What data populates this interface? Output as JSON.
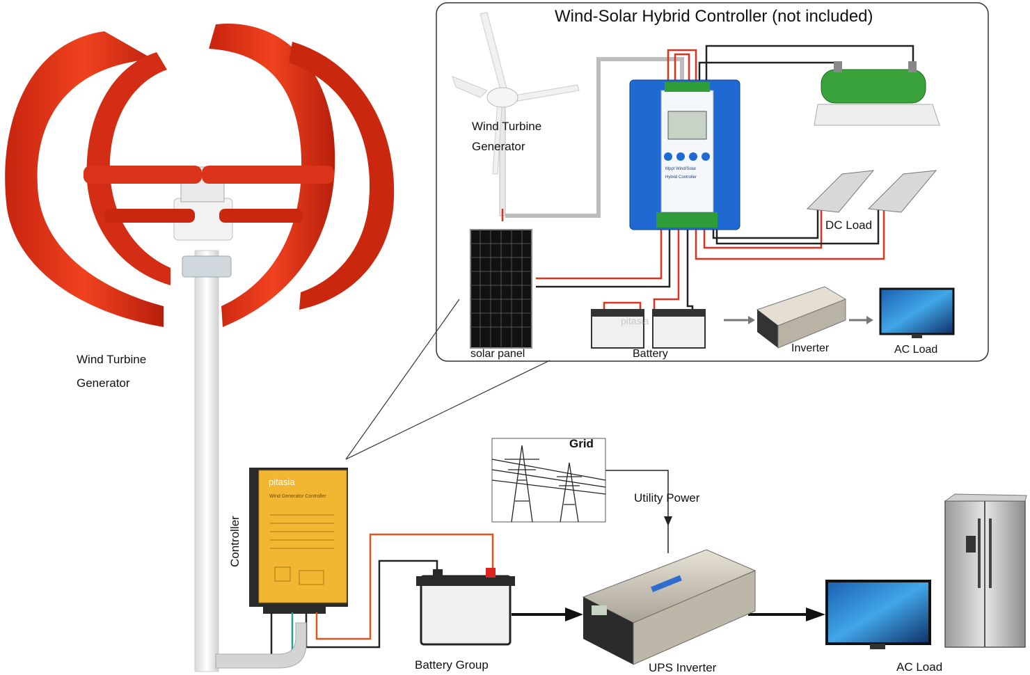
{
  "inset": {
    "title": "Wind-Solar Hybrid Controller (not included)",
    "labels": {
      "wind_turbine_line1": "Wind Turbine",
      "wind_turbine_line2": "Generator",
      "solar_panel": "solar panel",
      "battery": "Battery",
      "inverter": "Inverter",
      "ac_load": "AC Load",
      "dc_load": "DC Load"
    },
    "controller_text": {
      "line1": "Mppt Wind/Solar",
      "line2": "Hybrid Controller"
    },
    "battery_watermark": "pitasia"
  },
  "main": {
    "wind_turbine_line1": "Wind Turbine",
    "wind_turbine_line2": "Generator",
    "controller_vertical": "Controller",
    "grid": "Grid",
    "utility_power": "Utility Power",
    "battery_group": "Battery Group",
    "ups_inverter": "UPS Inverter",
    "ac_load": "AC Load",
    "controller_brand": "pitasia",
    "controller_subtitle": "Wind Generator Controller"
  },
  "colors": {
    "rotor_red": "#e8361c",
    "controller_yellow": "#f2b632",
    "hybrid_blue": "#1e6ad2",
    "resistor_green": "#3aa23a",
    "wire_red": "#e0301e",
    "wire_black": "#222222",
    "wire_gray": "#bdbdbd"
  },
  "icons": [
    "turbine-icon",
    "solar-panel-icon",
    "battery-icon",
    "inverter-icon",
    "tv-icon",
    "street-light-icon",
    "resistor-icon",
    "pylon-icon",
    "fridge-icon",
    "arrow-icon"
  ]
}
